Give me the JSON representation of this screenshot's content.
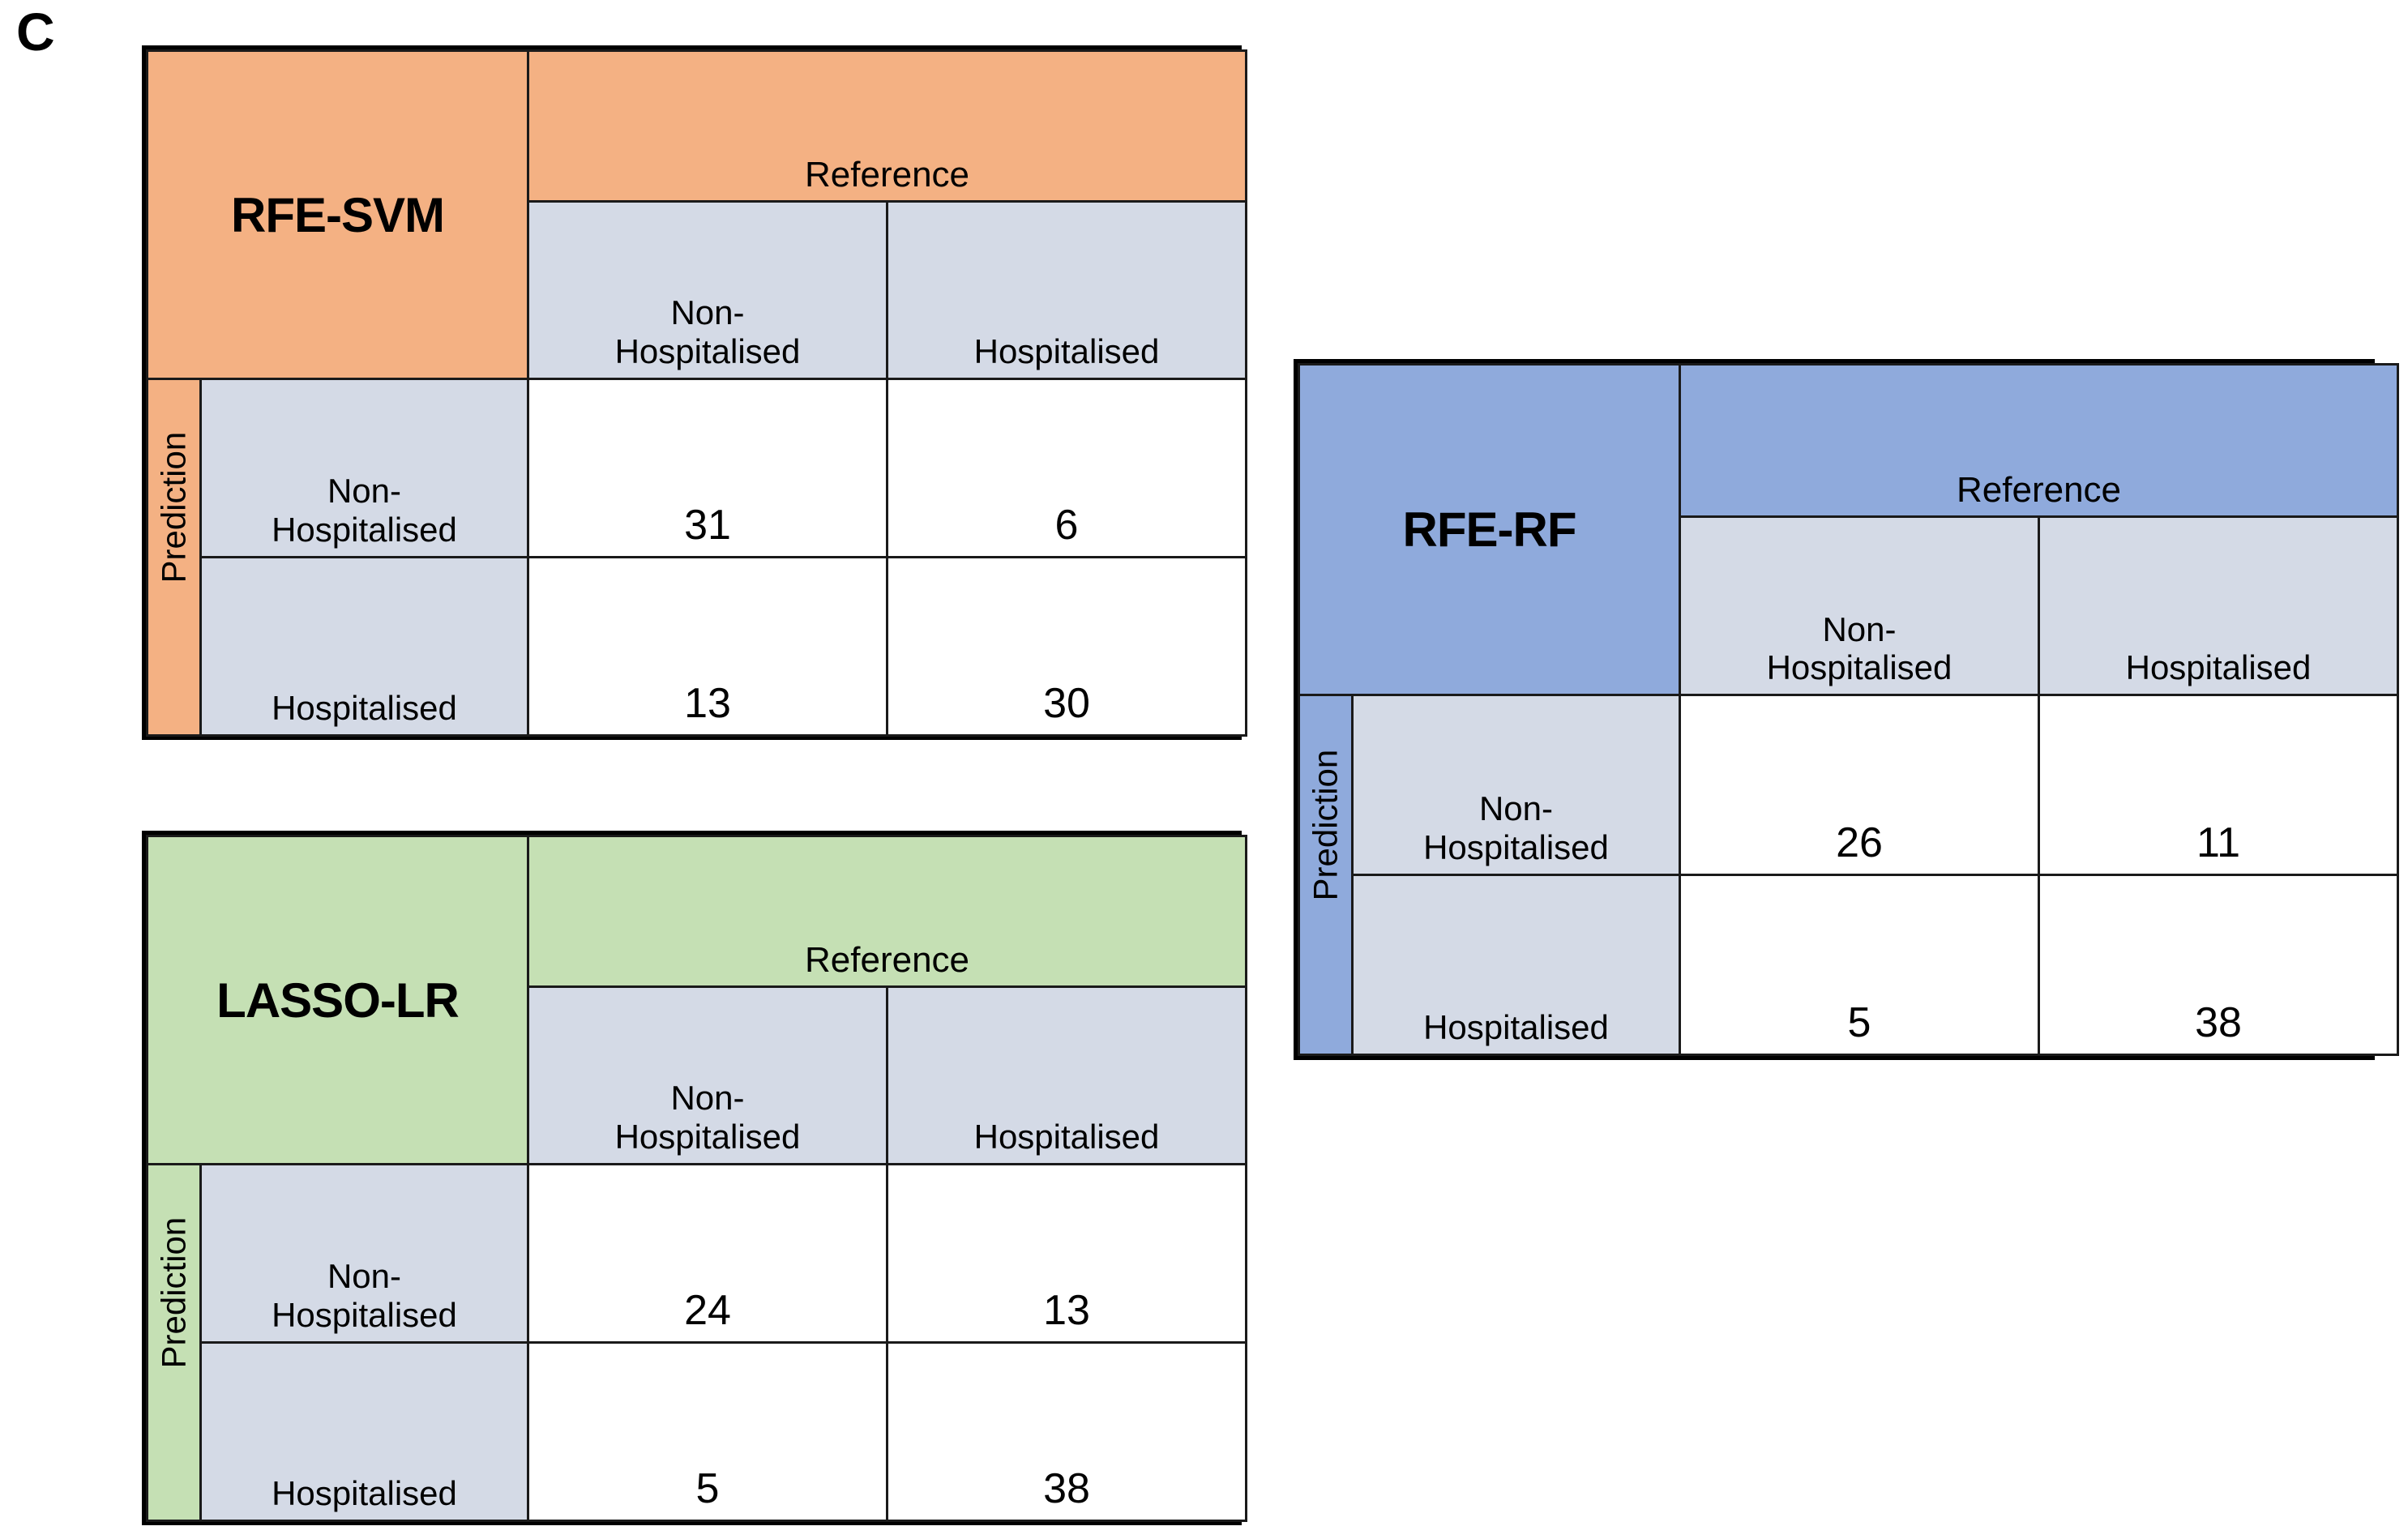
{
  "panel": {
    "letter": "C"
  },
  "common": {
    "reference_header": "Reference",
    "prediction_header": "Prediction",
    "class_non_hospitalised_line1": "Non-",
    "class_non_hospitalised_line2": "Hospitalised",
    "class_hospitalised": "Hospitalised"
  },
  "colors": {
    "rfe_svm_accent": "#F4B183",
    "lasso_lr_accent": "#C5E0B4",
    "rfe_rf_accent": "#8FAADC",
    "header_grey_blue": "#D4DAE6",
    "grid_line": "#1A1A1A",
    "outer_border": "#000000",
    "cell_background": "#FFFFFF",
    "text": "#000000"
  },
  "chart_data": [
    {
      "type": "table",
      "title": "RFE-SVM",
      "xlabel": "Reference",
      "ylabel": "Prediction",
      "categories": [
        "Non-Hospitalised",
        "Hospitalised"
      ],
      "row_labels": [
        "Non-Hospitalised",
        "Hospitalised"
      ],
      "column_labels": [
        "Non-Hospitalised",
        "Hospitalised"
      ],
      "values": [
        [
          31,
          6
        ],
        [
          13,
          30
        ]
      ],
      "cells": {
        "r0c0": "31",
        "r0c1": "6",
        "r1c0": "13",
        "r1c1": "30"
      }
    },
    {
      "type": "table",
      "title": "LASSO-LR",
      "xlabel": "Reference",
      "ylabel": "Prediction",
      "categories": [
        "Non-Hospitalised",
        "Hospitalised"
      ],
      "row_labels": [
        "Non-Hospitalised",
        "Hospitalised"
      ],
      "column_labels": [
        "Non-Hospitalised",
        "Hospitalised"
      ],
      "values": [
        [
          24,
          13
        ],
        [
          5,
          38
        ]
      ],
      "cells": {
        "r0c0": "24",
        "r0c1": "13",
        "r1c0": "5",
        "r1c1": "38"
      }
    },
    {
      "type": "table",
      "title": "RFE-RF",
      "xlabel": "Reference",
      "ylabel": "Prediction",
      "categories": [
        "Non-Hospitalised",
        "Hospitalised"
      ],
      "row_labels": [
        "Non-Hospitalised",
        "Hospitalised"
      ],
      "column_labels": [
        "Non-Hospitalised",
        "Hospitalised"
      ],
      "values": [
        [
          26,
          11
        ],
        [
          5,
          38
        ]
      ],
      "cells": {
        "r0c0": "26",
        "r0c1": "11",
        "r1c0": "5",
        "r1c1": "38"
      }
    }
  ]
}
